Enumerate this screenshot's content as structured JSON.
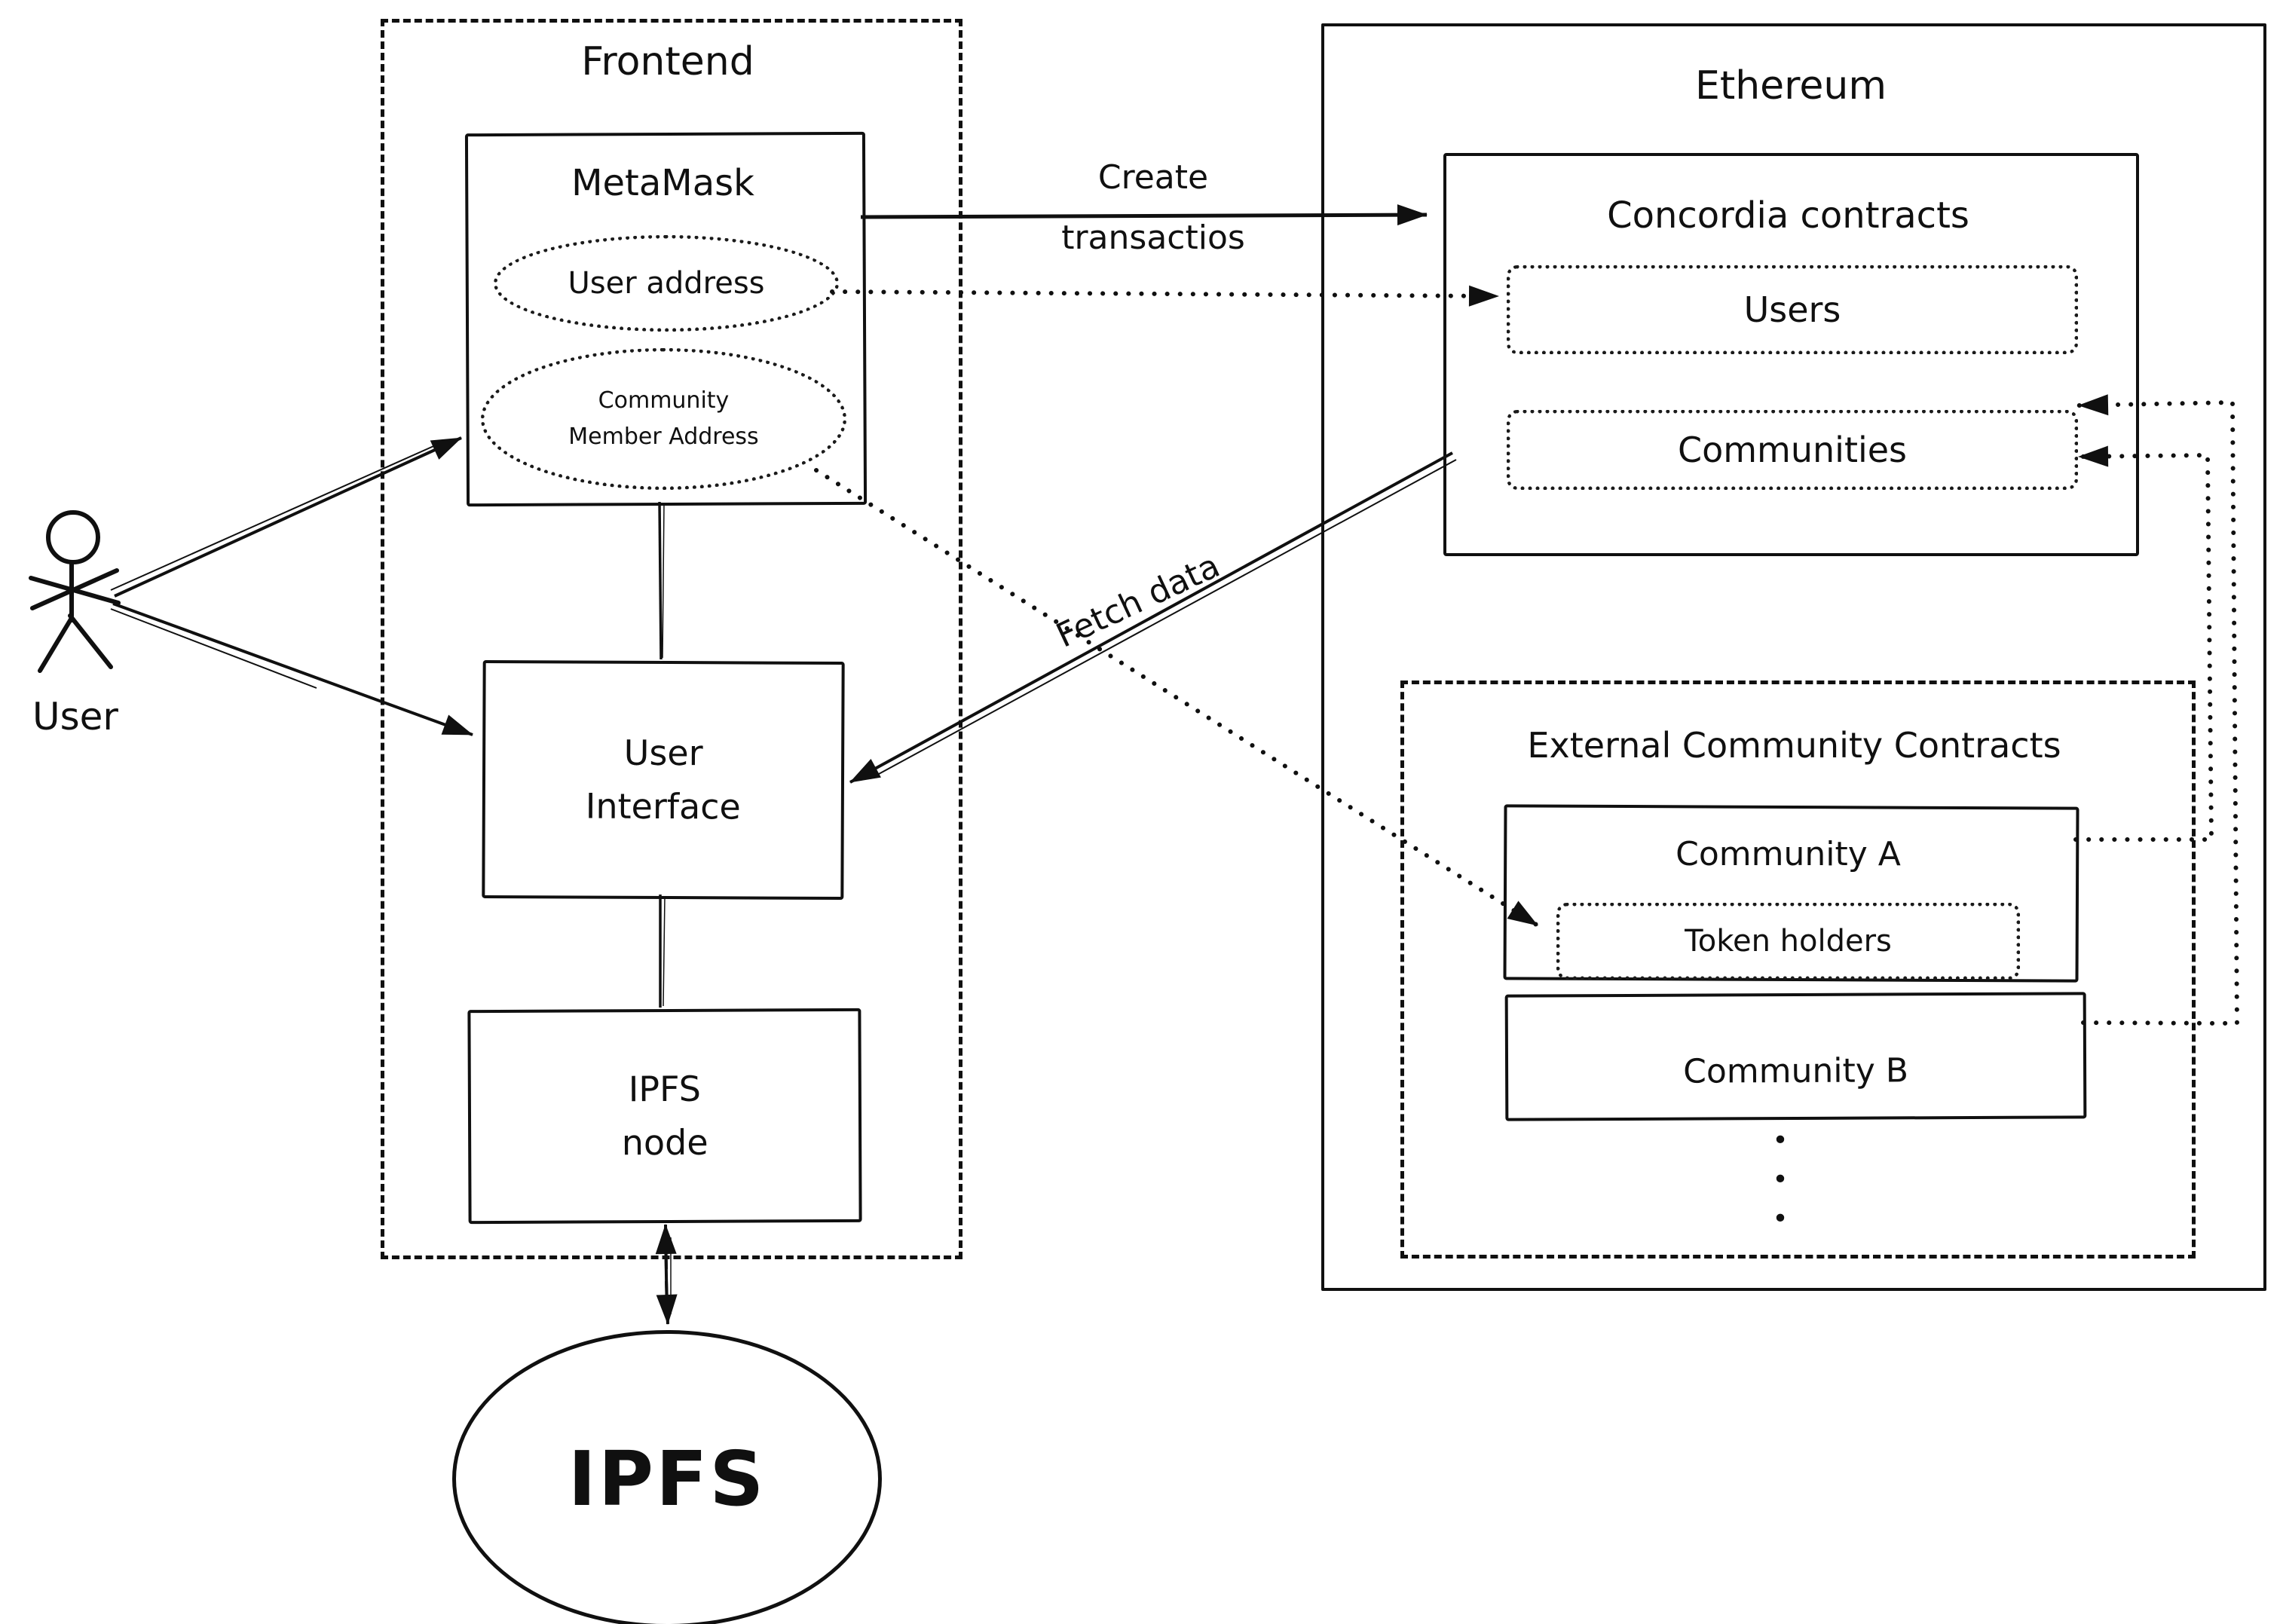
{
  "user": {
    "label": "User"
  },
  "frontend": {
    "title": "Frontend",
    "metamask": {
      "title": "MetaMask",
      "user_address": "User address",
      "community_member": {
        "line1": "Community",
        "line2": "Member Address"
      }
    },
    "user_interface": {
      "line1": "User",
      "line2": "Interface"
    },
    "ipfs_node": {
      "line1": "IPFS",
      "line2": "node"
    }
  },
  "ethereum": {
    "title": "Ethereum",
    "concordia": {
      "title": "Concordia contracts",
      "users": "Users",
      "communities": "Communities"
    },
    "external": {
      "title": "External Community Contracts",
      "community_a": "Community A",
      "token_holders": "Token holders",
      "community_b": "Community B",
      "dots": [
        "•",
        "•",
        "•"
      ]
    }
  },
  "ipfs": {
    "label": "IPFS"
  },
  "edges": {
    "create": {
      "line1": "Create",
      "line2": "transactios"
    },
    "fetch": "Fetch data"
  },
  "colors": {
    "ink": "#101010",
    "background": "#ffffff"
  }
}
